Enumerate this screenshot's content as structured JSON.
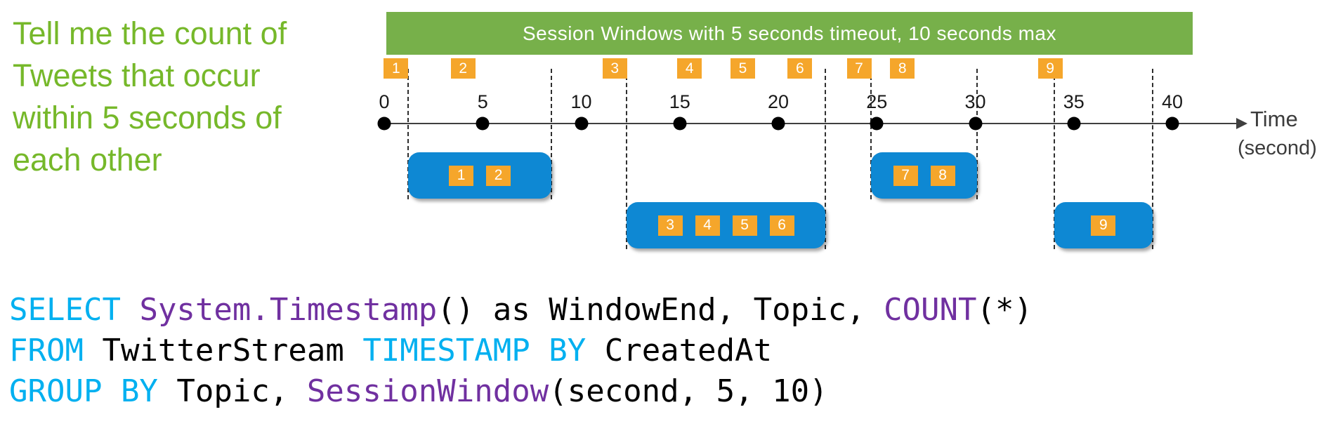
{
  "question": {
    "lines": [
      "Tell me the count of",
      "Tweets that occur",
      "within 5 seconds of",
      "each other"
    ],
    "color": "#76B82A"
  },
  "banner": {
    "label": "Session Windows with 5 seconds timeout, 10 seconds max",
    "bg": "#77B04A",
    "text_color": "#FFFFFF"
  },
  "timeline": {
    "type": "session-window-timeline",
    "axis_label_line1": "Time",
    "axis_label_line2": "(second)",
    "ticks": [
      0,
      5,
      10,
      15,
      20,
      25,
      30,
      35,
      40
    ],
    "events": [
      {
        "id": "1",
        "t": 0.6
      },
      {
        "id": "2",
        "t": 4.0
      },
      {
        "id": "3",
        "t": 11.7
      },
      {
        "id": "4",
        "t": 15.5
      },
      {
        "id": "5",
        "t": 18.2
      },
      {
        "id": "6",
        "t": 21.1
      },
      {
        "id": "7",
        "t": 24.1
      },
      {
        "id": "8",
        "t": 26.3
      },
      {
        "id": "9",
        "t": 33.8
      }
    ],
    "sessions": [
      {
        "events": [
          "1",
          "2"
        ],
        "start": 1.2,
        "end": 8.5,
        "row": 1
      },
      {
        "events": [
          "3",
          "4",
          "5",
          "6"
        ],
        "start": 12.3,
        "end": 22.4,
        "row": 2
      },
      {
        "events": [
          "7",
          "8"
        ],
        "start": 24.7,
        "end": 30.1,
        "row": 1
      },
      {
        "events": [
          "9"
        ],
        "start": 34.0,
        "end": 39.0,
        "row": 2
      }
    ],
    "colors": {
      "event": "#F5A62B",
      "session": "#0E88D3",
      "axis": "#3F3F3F"
    }
  },
  "code": {
    "colors": {
      "kw": "#00B0F0",
      "fn": "#7030A0",
      "plain": "#000000"
    },
    "lines": [
      [
        {
          "c": "kw",
          "t": "SELECT"
        },
        {
          "c": "plain",
          "t": " "
        },
        {
          "c": "fn",
          "t": "System.Timestamp"
        },
        {
          "c": "plain",
          "t": "() as WindowEnd, Topic, "
        },
        {
          "c": "fn",
          "t": "COUNT"
        },
        {
          "c": "plain",
          "t": "(*)"
        }
      ],
      [
        {
          "c": "kw",
          "t": "FROM"
        },
        {
          "c": "plain",
          "t": " TwitterStream "
        },
        {
          "c": "kw",
          "t": "TIMESTAMP BY"
        },
        {
          "c": "plain",
          "t": " CreatedAt"
        }
      ],
      [
        {
          "c": "kw",
          "t": "GROUP BY"
        },
        {
          "c": "plain",
          "t": " Topic, "
        },
        {
          "c": "fn",
          "t": "SessionWindow"
        },
        {
          "c": "plain",
          "t": "(second, 5, 10)"
        }
      ]
    ]
  }
}
